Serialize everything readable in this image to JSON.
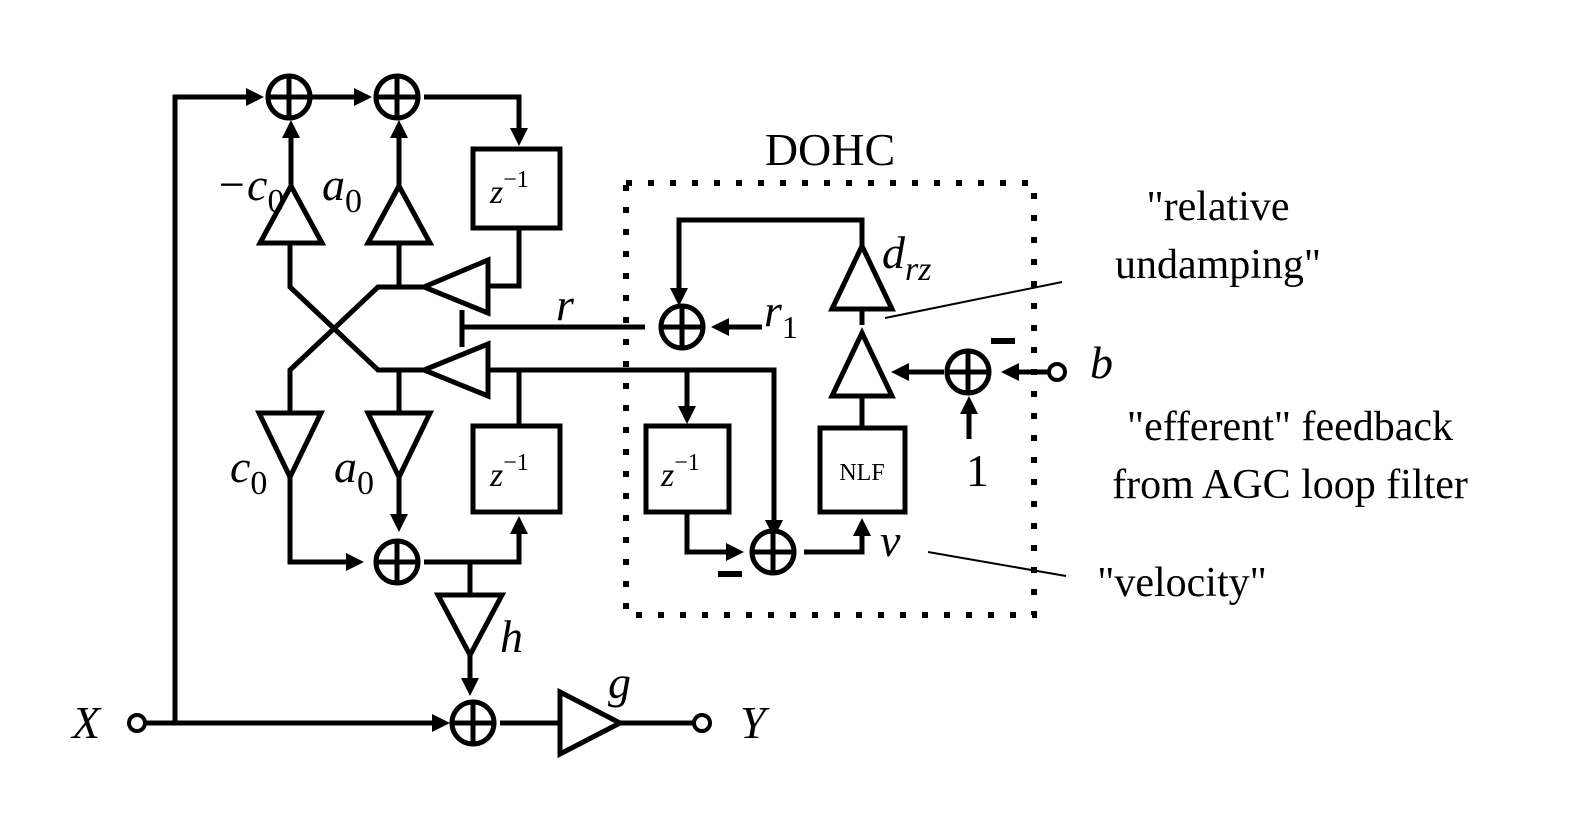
{
  "block_title": "DOHC",
  "inputs": {
    "x": "X",
    "b": "b",
    "r1": "r",
    "r1_sub": "1",
    "one": "1"
  },
  "outputs": {
    "y": "Y"
  },
  "gains": {
    "neg_c0": "−c",
    "neg_c0_sub": "0",
    "a0_top": "a",
    "a0_top_sub": "0",
    "c0": "c",
    "c0_sub": "0",
    "a0_bottom": "a",
    "a0_bottom_sub": "0",
    "h": "h",
    "g": "g",
    "drz": "d",
    "drz_sub": "rz"
  },
  "delays": {
    "label": "z",
    "exp": "−1"
  },
  "nlf": "NLF",
  "signals": {
    "r": "r",
    "v": "v"
  },
  "annotations": {
    "relative_1": "\"relative",
    "relative_2": "undamping\"",
    "efferent_1": "\"efferent\" feedback",
    "efferent_2": "from AGC loop filter",
    "velocity": "\"velocity\""
  }
}
